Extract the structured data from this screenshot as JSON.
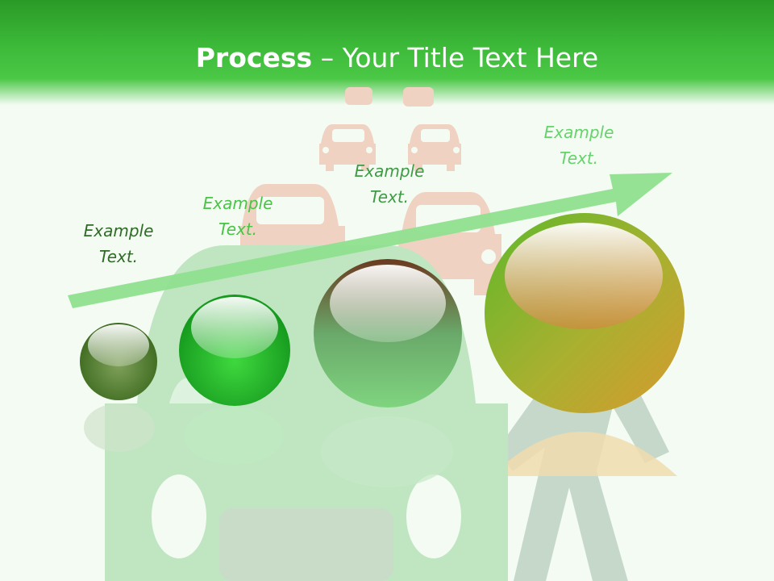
{
  "header": {
    "title_bold": "Process",
    "title_dash": " – ",
    "title_rest": "Your Title Text Here"
  },
  "labels": [
    {
      "line1": "Example",
      "line2": "Text."
    },
    {
      "line1": "Example",
      "line2": "Text."
    },
    {
      "line1": "Example",
      "line2": "Text."
    },
    {
      "line1": "Example",
      "line2": "Text."
    }
  ],
  "colors": {
    "header_green": "#3dba39",
    "arrow": "#8fe08f",
    "car_silhouette": "#bfe6c1",
    "traffic_cars": "#f0d2c2",
    "person": "#c5d8c9"
  },
  "icons": [
    "car-silhouette-icon",
    "traffic-car-icon",
    "walking-person-icon",
    "growth-arrow-icon"
  ]
}
